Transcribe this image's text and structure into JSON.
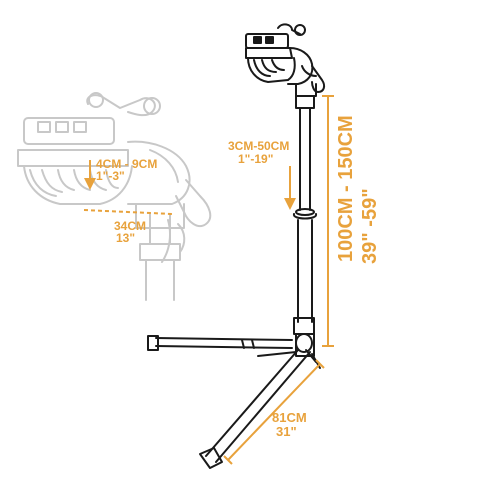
{
  "colors": {
    "stand_line": "#1a1a1a",
    "ghost_line": "#c8c8c8",
    "dimension_accent": "#e8a23c"
  },
  "dimensions": {
    "height_cm": "100CM - 150CM",
    "height_in": "39\" -59\"",
    "extension_cm": "3CM-50CM",
    "extension_in": "1\"-19\"",
    "clamp_range_cm": "4CM - 9CM",
    "clamp_range_in": "1\"-3\"",
    "clamp_width_cm": "34CM",
    "clamp_width_in": "13\"",
    "leg_span_cm": "81CM",
    "leg_span_in": "31\""
  }
}
